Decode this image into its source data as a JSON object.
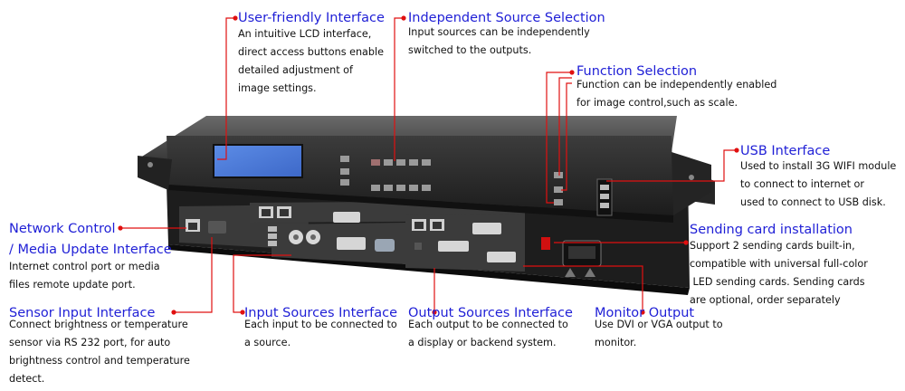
{
  "callouts": [
    {
      "id": "user-friendly",
      "title": "User-friendly Interface",
      "lines": [
        "An intuitive LCD interface,",
        "direct access buttons enable",
        "detailed adjustment of",
        "image settings."
      ]
    },
    {
      "id": "independent-source",
      "title": "Independent Source Selection",
      "lines": [
        "Input sources can be independently",
        "switched to the outputs."
      ]
    },
    {
      "id": "function-selection",
      "title": "Function Selection",
      "lines": [
        "Function can be independently enabled",
        "for image control,such as scale."
      ]
    },
    {
      "id": "usb",
      "title": "USB Interface",
      "lines": [
        "Used to install 3G WIFI module",
        "to connect to internet or",
        "used to connect to USB disk."
      ]
    },
    {
      "id": "network",
      "title": "Network Control",
      "title2": "/ Media Update Interface",
      "lines": [
        "Internet control port or media",
        "files remote update port."
      ]
    },
    {
      "id": "sending-card",
      "title": "Sending card installation",
      "lines": [
        "Support 2 sending cards built-in,",
        "compatible with universal full-color",
        " LED sending cards. Sending cards",
        "are optional, order separately"
      ]
    },
    {
      "id": "sensor",
      "title": "Sensor Input Interface",
      "lines": [
        "Connect brightness or temperature",
        "sensor via RS 232 port, for auto",
        "brightness control and temperature",
        "detect."
      ]
    },
    {
      "id": "input-sources",
      "title": "Input Sources Interface",
      "lines": [
        "Each input to be connected to",
        "a source."
      ]
    },
    {
      "id": "output-sources",
      "title": "Output Sources Interface",
      "lines": [
        "Each output to be connected to",
        "a display or backend system."
      ]
    },
    {
      "id": "monitor",
      "title": "Monitor Output",
      "lines": [
        "Use DVI or VGA output to",
        "monitor."
      ]
    }
  ],
  "colors": {
    "title": "#1f1fd6",
    "leader": "#e01010",
    "chassis": "#2b2b2b",
    "lcd": "#4a78d8"
  }
}
